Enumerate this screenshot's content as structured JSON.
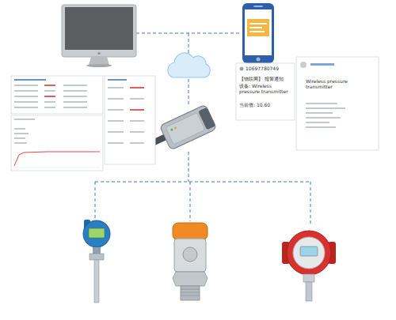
{
  "diagram": {
    "labels": [
      "10697780749",
      "【物联网】 报警通知",
      "设备: Wireless pressure transmitter",
      "当前值: 10.60",
      "Wireless pressure transmitter"
    ]
  }
}
